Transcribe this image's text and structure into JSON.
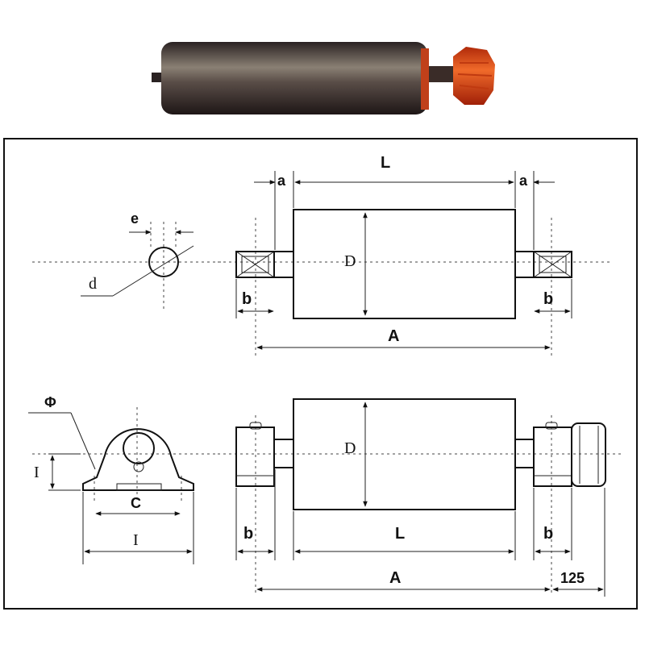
{
  "labels": {
    "top_L": "L",
    "top_a_left": "a",
    "top_a_right": "a",
    "top_e": "e",
    "top_d": "d",
    "top_D": "D",
    "top_b_left": "b",
    "top_b_right": "b",
    "top_A": "A",
    "bot_phi": "Φ",
    "bot_I_vert": "I",
    "bot_C": "C",
    "bot_I_horiz": "I",
    "bot_D": "D",
    "bot_b_left": "b",
    "bot_L": "L",
    "bot_b_right": "b",
    "bot_A": "A",
    "bot_125": "125"
  },
  "colors": {
    "roller_shell": "#3a3030",
    "motor_cap": "#e8501c"
  }
}
